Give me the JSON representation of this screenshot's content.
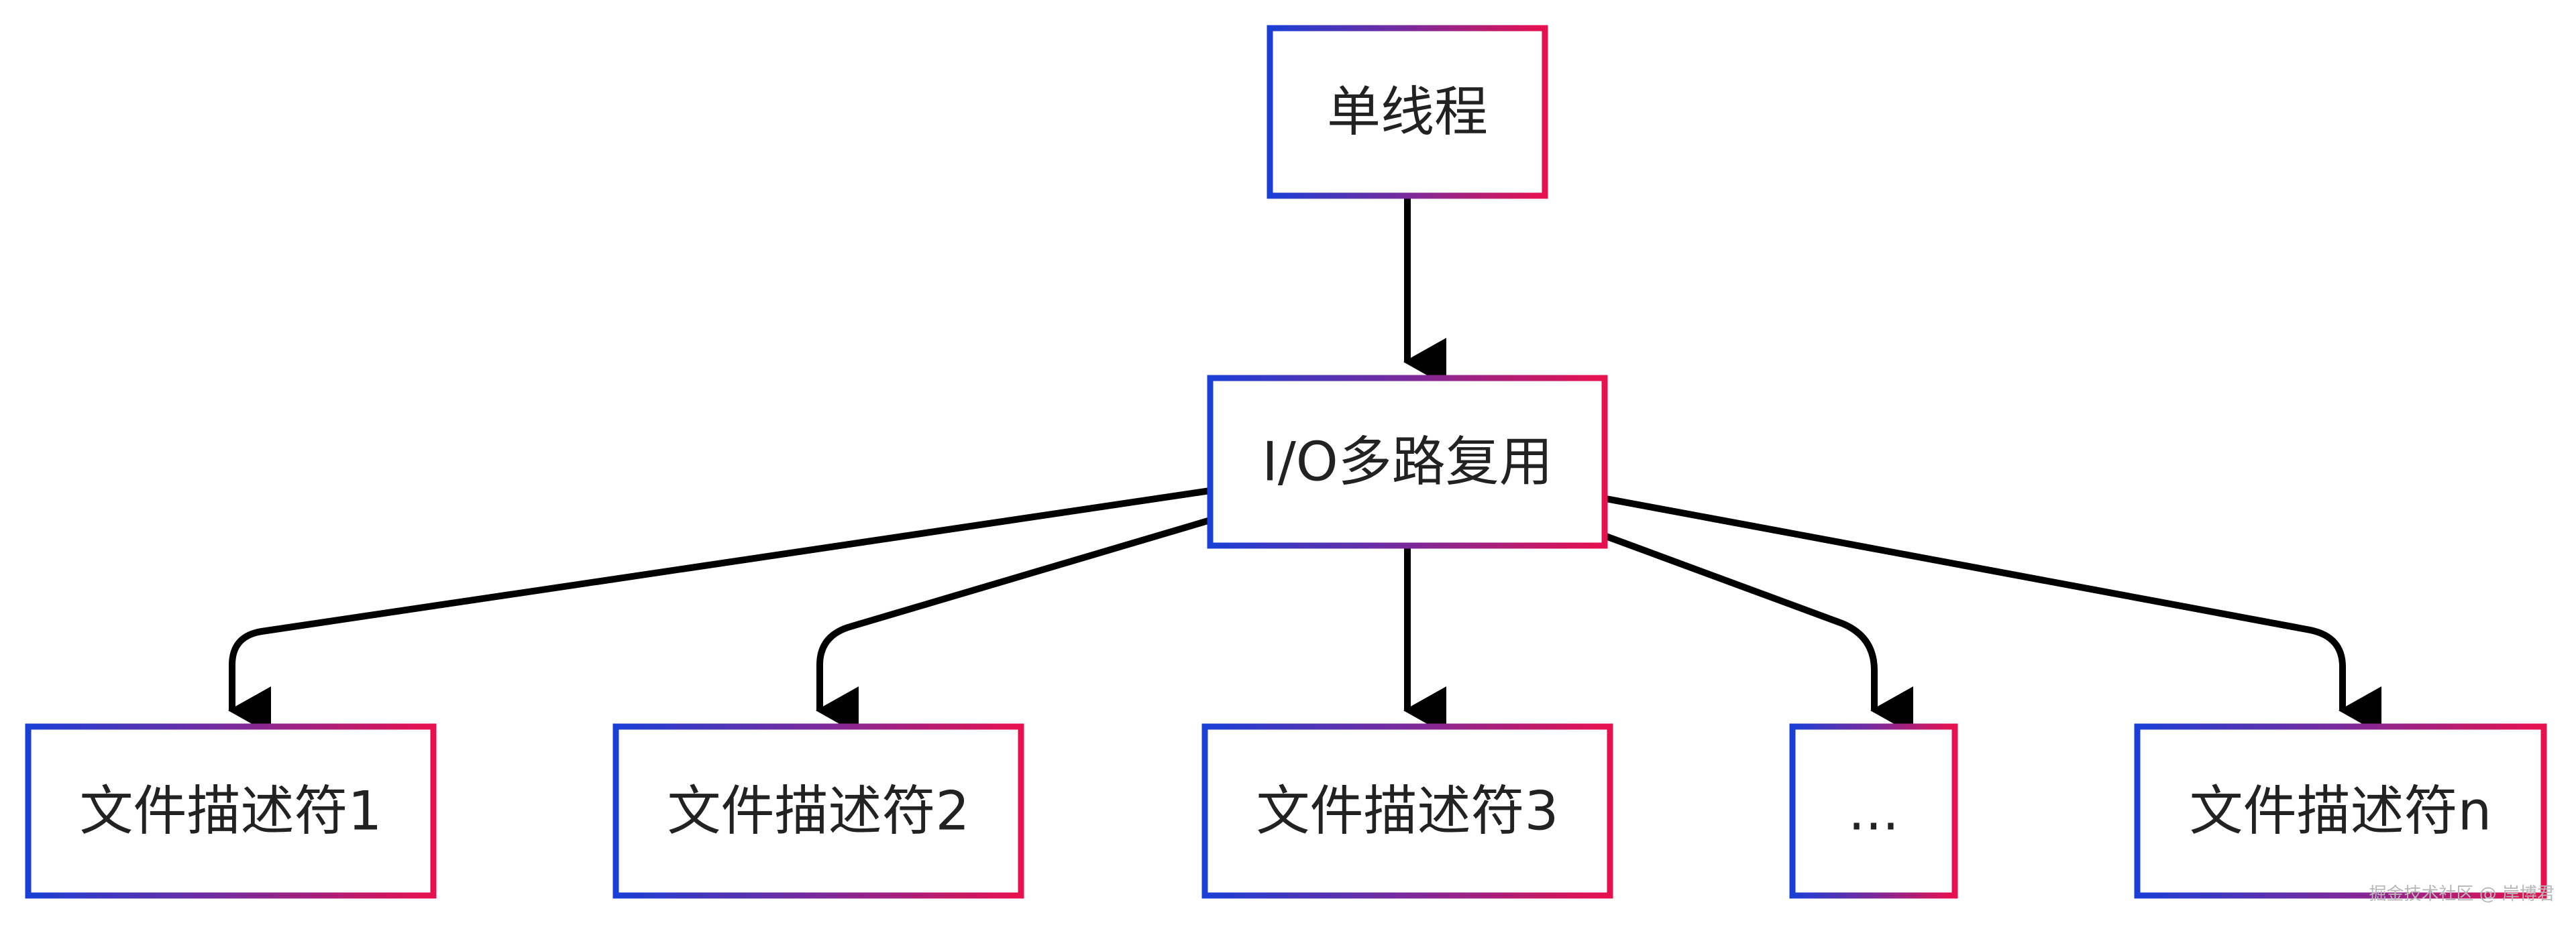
{
  "diagram": {
    "nodes": {
      "root": "单线程",
      "mux": "I/O多路复用",
      "fd1": "文件描述符1",
      "fd2": "文件描述符2",
      "fd3": "文件描述符3",
      "ellipsis": "...",
      "fdn": "文件描述符n"
    },
    "border_gradient": [
      "#1a3fd6",
      "#7a2a9c",
      "#e8104e"
    ],
    "edge_color": "#000000"
  },
  "watermark": "掘金技术社区 @ 岸博君"
}
